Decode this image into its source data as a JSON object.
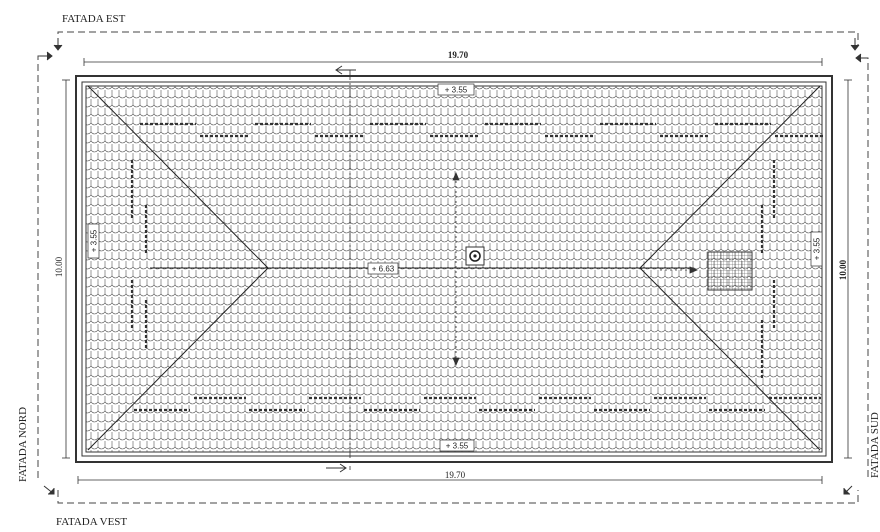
{
  "facades": {
    "east": "FATADA EST",
    "north": "FATADA NORD",
    "west": "FATADA VEST",
    "south": "FATADA SUD"
  },
  "dimensions": {
    "top": "19.70",
    "bottom": "19.70",
    "left": "10.00",
    "right": "10.00"
  },
  "levels": {
    "top": "+ 3.55",
    "bottom": "+ 3.55",
    "left": "+ 3.55",
    "right": "+ 3.55",
    "ridge": "+ 6.63"
  },
  "colors": {
    "line": "#333333",
    "tile": "#555555",
    "dash": "#444444"
  }
}
